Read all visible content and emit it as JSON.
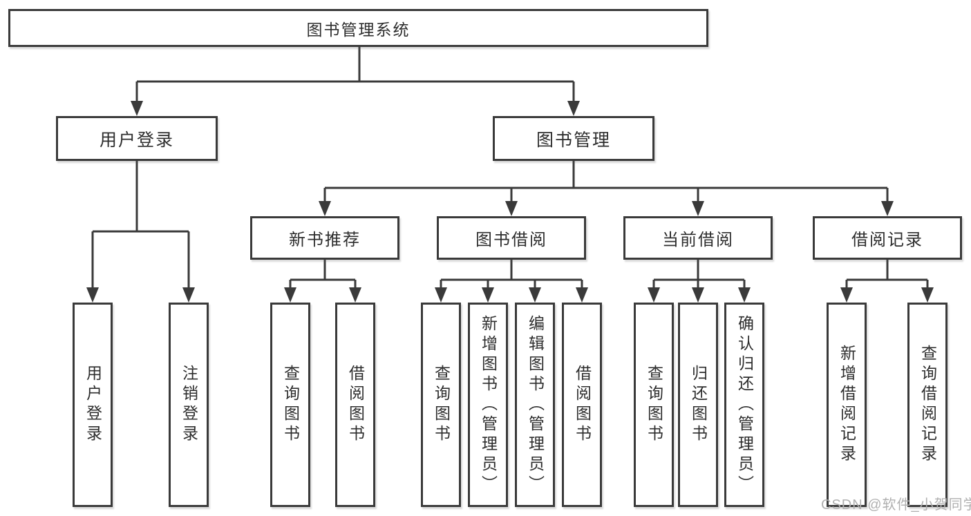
{
  "root": {
    "label": "图书管理系统"
  },
  "user_login": {
    "label": "用户登录",
    "children": [
      {
        "label": "用户登录"
      },
      {
        "label": "注销登录"
      }
    ]
  },
  "book_management": {
    "label": "图书管理",
    "sections": [
      {
        "label": "新书推荐",
        "children": [
          {
            "label": "查询图书"
          },
          {
            "label": "借阅图书"
          }
        ]
      },
      {
        "label": "图书借阅",
        "children": [
          {
            "label": "查询图书"
          },
          {
            "label": "新增图书（管理员）"
          },
          {
            "label": "编辑图书（管理员）"
          },
          {
            "label": "借阅图书"
          }
        ]
      },
      {
        "label": "当前借阅",
        "children": [
          {
            "label": "查询图书"
          },
          {
            "label": "归还图书"
          },
          {
            "label": "确认归还（管理员）"
          }
        ]
      },
      {
        "label": "借阅记录",
        "children": [
          {
            "label": "新增借阅记录"
          },
          {
            "label": "查询借阅记录"
          }
        ]
      }
    ]
  },
  "watermark": {
    "text": "CSDN @软件_小贺同学"
  },
  "colors": {
    "line": "#3a3a3a",
    "box_border": "#3a3a3a",
    "text": "#2d2d2d",
    "watermark": "#b0b0b0",
    "background": "#ffffff"
  }
}
